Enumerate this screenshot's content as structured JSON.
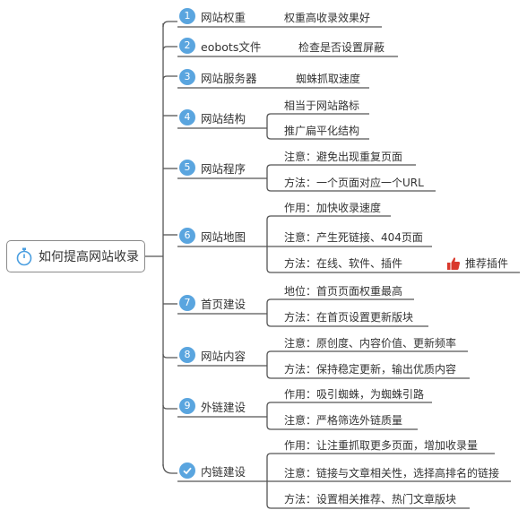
{
  "root": {
    "label": "如何提高网站收录",
    "icon": "stopwatch-icon"
  },
  "accent_color": "#5aa5df",
  "branches": [
    {
      "num": "1",
      "label": "网站权重",
      "leaves": [
        "权重高收录效果好"
      ]
    },
    {
      "num": "2",
      "label": "eobots文件",
      "leaves": [
        "检查是否设置屏蔽"
      ]
    },
    {
      "num": "3",
      "label": "网站服务器",
      "leaves": [
        "蜘蛛抓取速度"
      ]
    },
    {
      "num": "4",
      "label": "网站结构",
      "leaves": [
        "相当于网站路标",
        "推广扁平化结构"
      ]
    },
    {
      "num": "5",
      "label": "网站程序",
      "leaves": [
        "注意：避免出现重复页面",
        "方法：一个页面对应一个URL"
      ]
    },
    {
      "num": "6",
      "label": "网站地图",
      "leaves": [
        "作用：加快收录速度",
        "注意：产生死链接、404页面",
        "方法：在线、软件、插件"
      ]
    },
    {
      "num": "7",
      "label": "首页建设",
      "leaves": [
        "地位：首页页面权重最高",
        "方法：在首页设置更新版块"
      ]
    },
    {
      "num": "8",
      "label": "网站内容",
      "leaves": [
        "注意：原创度、内容价值、更新频率",
        "方法：保持稳定更新，输出优质内容"
      ]
    },
    {
      "num": "9",
      "label": "外链建设",
      "leaves": [
        "作用：吸引蜘蛛，为蜘蛛引路",
        "注意：严格筛选外链质量"
      ]
    },
    {
      "num": "",
      "icon": "check-icon",
      "label": "内链建设",
      "leaves": [
        "作用：让注重抓取更多页面，增加收录量",
        "注意：链接与文章相关性，选择高排名的链接",
        "方法：设置相关推荐、热门文章版块"
      ]
    }
  ],
  "recommend_tag": {
    "label": "推荐插件",
    "icon": "thumbs-up-icon"
  }
}
